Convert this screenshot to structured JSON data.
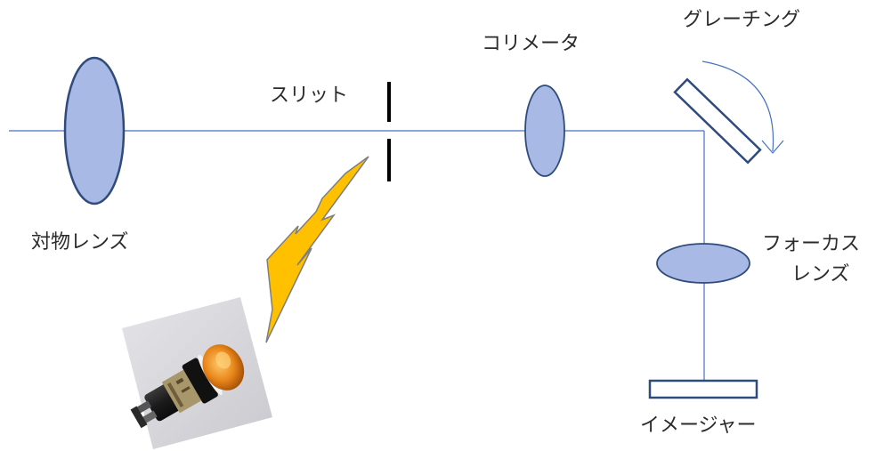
{
  "labels": {
    "objective_lens": "対物レンズ",
    "slit": "スリット",
    "collimator": "コリメータ",
    "grating": "グレーチング",
    "focus_lens_line1": "フォーカス",
    "focus_lens_line2": "レンズ",
    "imager": "イメージャー"
  },
  "colors": {
    "lens_fill": "#a9b9e6",
    "lens_stroke": "#2f4b7c",
    "beam": "#4472c4",
    "slit": "#000000",
    "lightning_fill": "#ffc000",
    "lightning_stroke": "#7f7f7f",
    "lamp_bg": "#d7d7dc",
    "lamp_cap": "#e8861a"
  },
  "icons": {
    "light_source": "lightning-bolt-icon",
    "lamp": "indicator-lamp-photo"
  }
}
